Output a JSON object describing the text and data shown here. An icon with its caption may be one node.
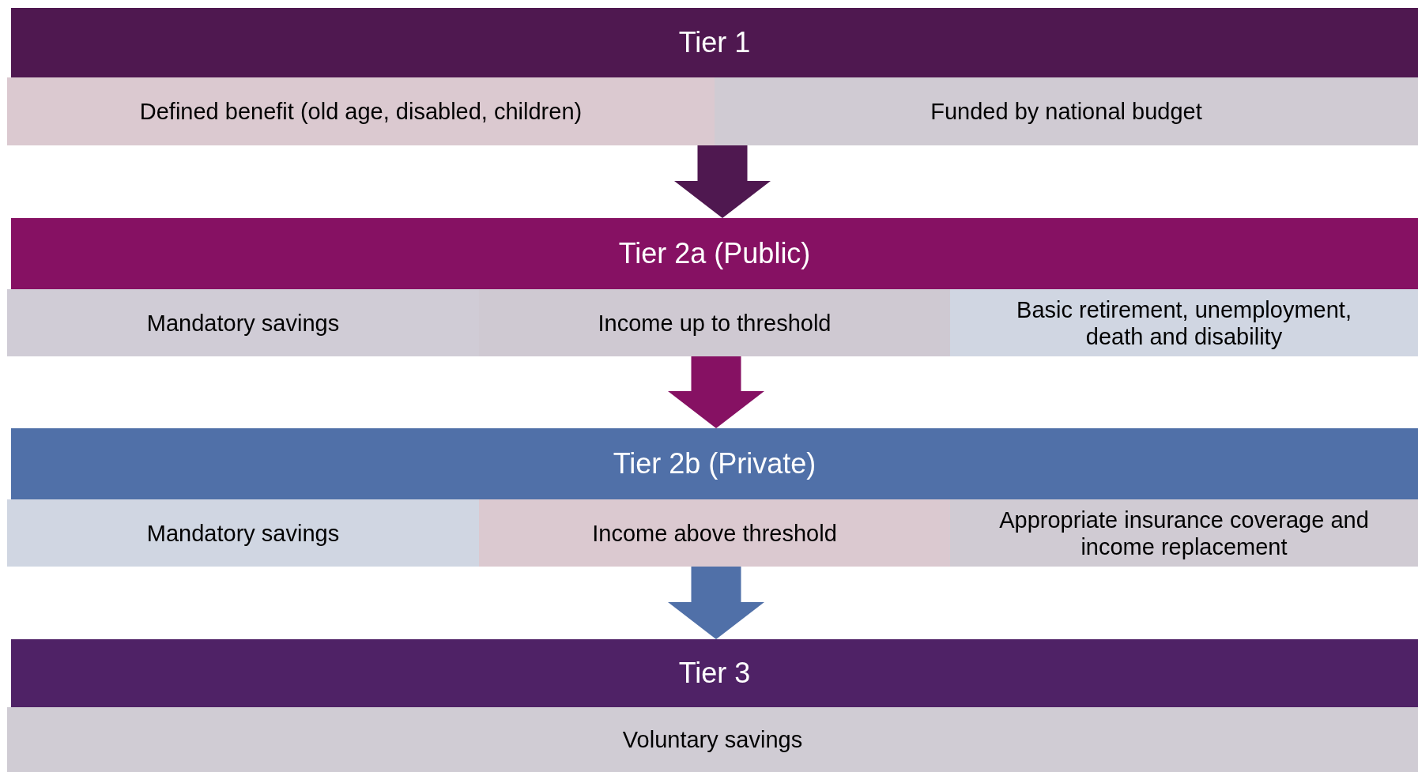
{
  "diagram": {
    "nodes": [
      {
        "text": [
          "Tier 1"
        ]
      },
      {
        "text": [
          "Defined benefit (old age, disabled, children)"
        ]
      },
      {
        "text": [
          "Funded by national budget"
        ]
      },
      {
        "text": [
          "Tier 2a (Public)"
        ]
      },
      {
        "text": [
          "Mandatory savings"
        ]
      },
      {
        "text": [
          "Income up to threshold"
        ]
      },
      {
        "text": [
          "Basic retirement, unemployment, death and disability"
        ]
      },
      {
        "text": [
          "Tier 2b (Private)"
        ]
      },
      {
        "text": [
          "Mandatory savings"
        ]
      },
      {
        "text": [
          "Income above threshold"
        ]
      },
      {
        "text": [
          "Appropriate insurance coverage and income replacement"
        ]
      },
      {
        "text": [
          "Tier 3"
        ]
      },
      {
        "text": [
          "Voluntary savings"
        ]
      }
    ],
    "edges": [
      {
        "from": 2,
        "to": 3,
        "arrow": "to",
        "color": "#4f1850"
      },
      {
        "from": 5,
        "to": 7,
        "arrow": "to",
        "color": "#861163"
      },
      {
        "from": 9,
        "to": 11,
        "arrow": "to",
        "color": "#5070a8"
      }
    ]
  }
}
